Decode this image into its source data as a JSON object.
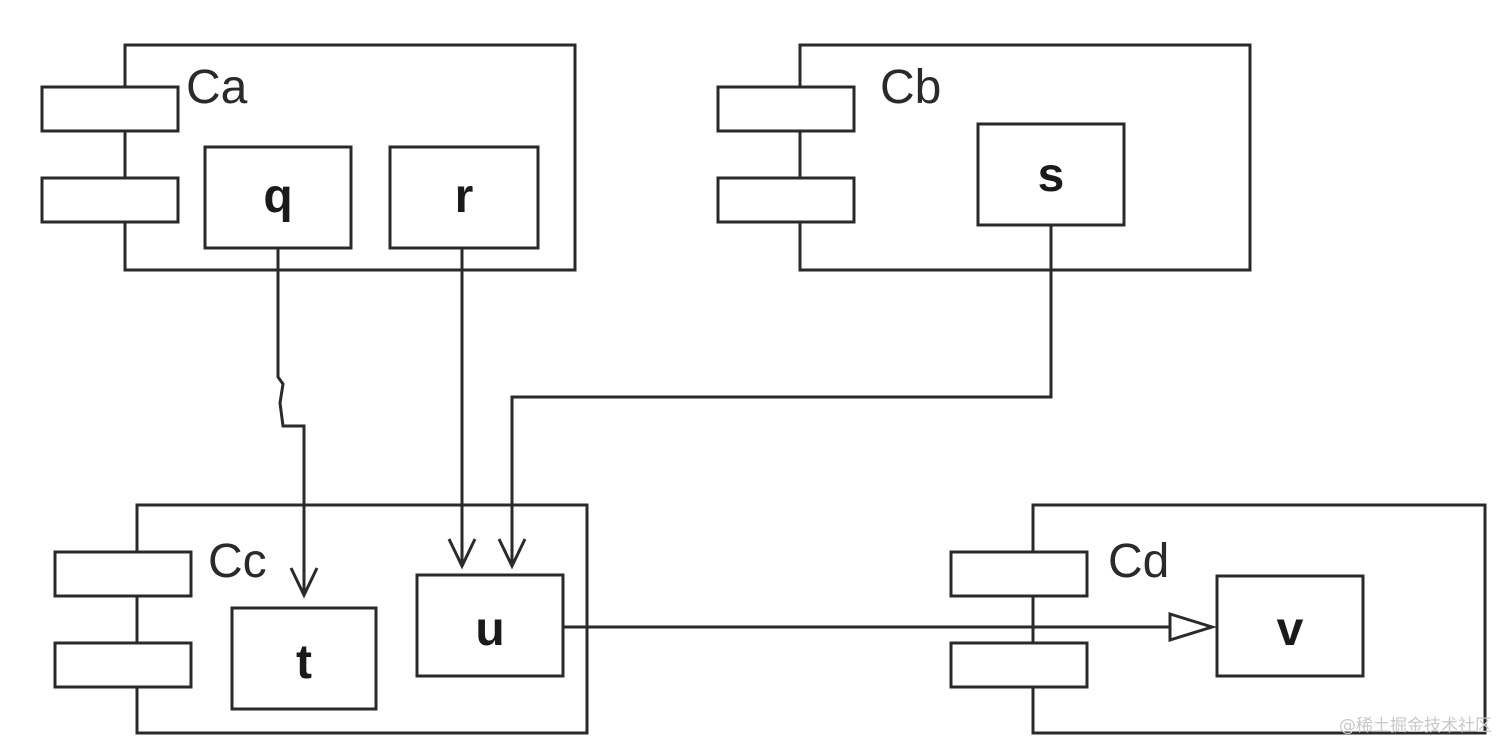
{
  "components": {
    "ca": {
      "label": "Ca",
      "parts": {
        "q": "q",
        "r": "r"
      }
    },
    "cb": {
      "label": "Cb",
      "parts": {
        "s": "s"
      }
    },
    "cc": {
      "label": "Cc",
      "parts": {
        "t": "t",
        "u": "u"
      }
    },
    "cd": {
      "label": "Cd",
      "parts": {
        "v": "v"
      }
    }
  },
  "connections": [
    {
      "from": "q",
      "to": "t",
      "style": "open-arrow"
    },
    {
      "from": "r",
      "to": "u",
      "style": "open-arrow"
    },
    {
      "from": "s",
      "to": "u",
      "style": "open-arrow"
    },
    {
      "from": "u",
      "to": "v",
      "style": "hollow-triangle"
    }
  ],
  "watermark": "@稀土掘金技术社区",
  "colors": {
    "line": "#2a2a2a",
    "background": "#ffffff",
    "watermark": "#c8c8c8"
  }
}
